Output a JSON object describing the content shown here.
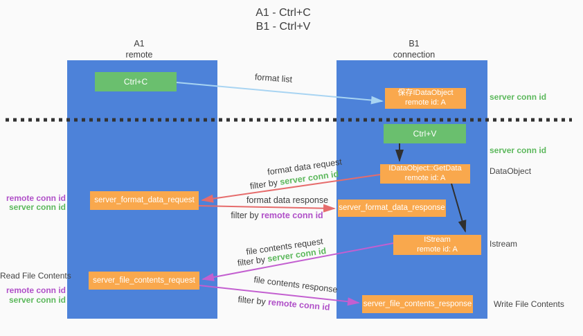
{
  "title": {
    "line1": "A1 - Ctrl+C",
    "line2": "B1 - Ctrl+V"
  },
  "lanes": {
    "a": {
      "name": "A1",
      "role": "remote"
    },
    "b": {
      "name": "B1",
      "role": "connection"
    }
  },
  "nodes": {
    "ctrl_c": {
      "label": "Ctrl+C"
    },
    "ctrl_v": {
      "label": "Ctrl+V"
    },
    "save_idataobject": {
      "line1": "保存IDataObject",
      "line2": "remote id: A"
    },
    "getdata": {
      "line1": "IDataObject::GetData",
      "line2": "remote id: A"
    },
    "istream": {
      "line1": "IStream",
      "line2": "remote id: A"
    },
    "format_request": {
      "label": "server_format_data_request"
    },
    "format_response": {
      "label": "server_format_data_response"
    },
    "file_request": {
      "label": "server_file_contents_request"
    },
    "file_response": {
      "label": "server_file_contents_response"
    }
  },
  "annotations": {
    "right": {
      "server_conn_id_top": "server conn id",
      "server_conn_id_mid": "server conn id",
      "dataobject": "DataObject",
      "istream": "Istream",
      "write_file_contents": "Write File Contents"
    },
    "left": {
      "remote_conn_id_top": "remote conn id",
      "server_conn_id_top": "server conn id",
      "read_file_contents": "Read File Contents",
      "remote_conn_id_bottom": "remote conn id",
      "server_conn_id_bottom": "server conn id"
    },
    "flows": {
      "format_list": "format list",
      "format_data_request": "format data request",
      "format_data_response": "format data response",
      "file_contents_request": "file contents request",
      "file_contents_response": "file contents response",
      "filter_by": "filter by ",
      "filter_server_conn_id": "server conn id",
      "filter_remote_conn_id": "remote conn id"
    }
  },
  "colors": {
    "lane_blue": "#4d82d9",
    "box_orange": "#f9a84d",
    "box_green": "#6abf6e",
    "green_text": "#5cb85c",
    "purple_text": "#b050c8",
    "red_arrow": "#e66c6c",
    "magenta_arrow": "#c35fd0",
    "light_blue_arrow": "#a8d4f2",
    "black_arrow": "#2f2f2f"
  }
}
